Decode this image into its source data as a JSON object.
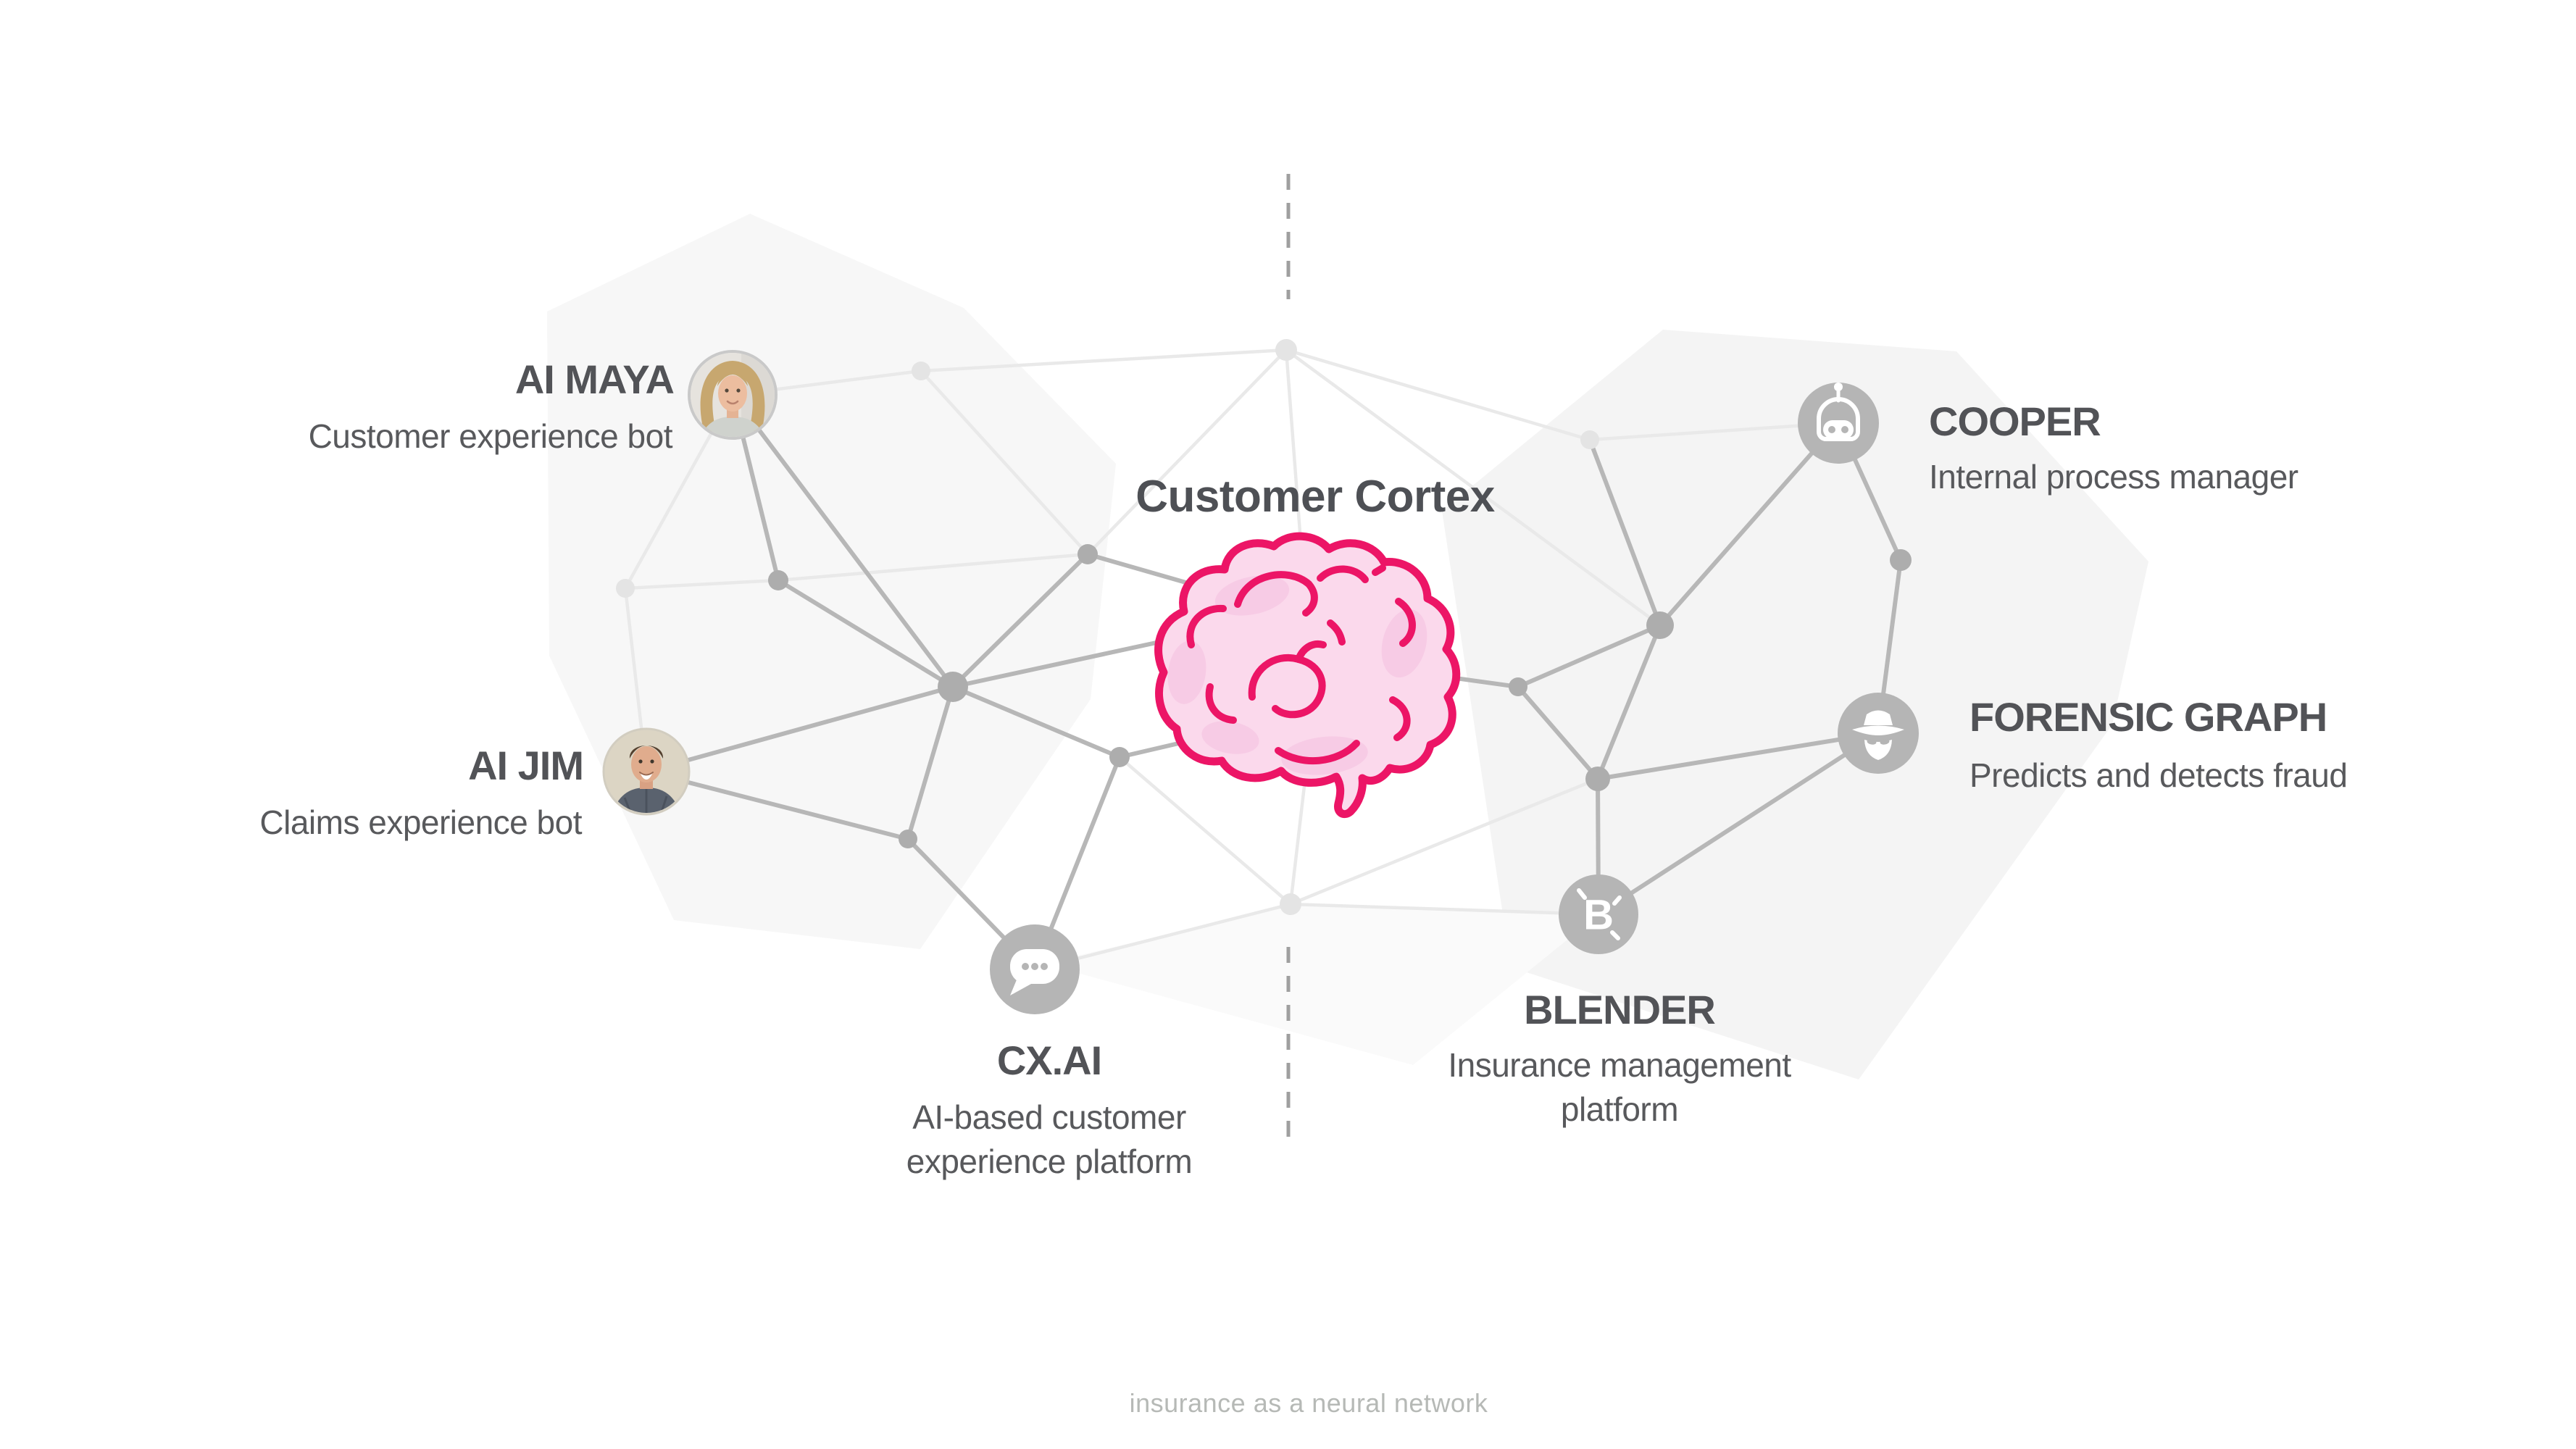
{
  "title": "Customer Cortex",
  "caption": "insurance as a neural network",
  "nodes": {
    "maya": {
      "name": "AI MAYA",
      "desc": "Customer experience bot",
      "icon": "woman-avatar"
    },
    "jim": {
      "name": "AI JIM",
      "desc": "Claims experience bot",
      "icon": "man-avatar"
    },
    "cxai": {
      "name": "CX.AI",
      "desc": "AI-based customer experience platform",
      "icon": "chat-bubble-icon"
    },
    "cooper": {
      "name": "COOPER",
      "desc": "Internal process manager",
      "icon": "robot-icon"
    },
    "forensic": {
      "name": "FORENSIC GRAPH",
      "desc": "Predicts and detects fraud",
      "icon": "spy-icon"
    },
    "blender": {
      "name": "BLENDER",
      "desc": "Insurance management platform",
      "icon": "letter-b-monogram",
      "monogram": "B"
    }
  },
  "colors": {
    "background": "#ffffff",
    "brain_fill": "#fbd9ec",
    "brain_shade": "#f6c3e2",
    "brain_stroke": "#ec1566",
    "node_dark": "#adadad",
    "node_light": "#e4e4e4",
    "edge_dark": "#b7b7b7",
    "edge_light": "#e9e9e9",
    "icon_circle": "#b5b5b5",
    "blob_gray": "#f4f4f4",
    "text_dark": "#525357",
    "text_sub": "#58595c",
    "caption_gray": "#b6b9b6",
    "dash_gray": "#9f9f9f"
  }
}
